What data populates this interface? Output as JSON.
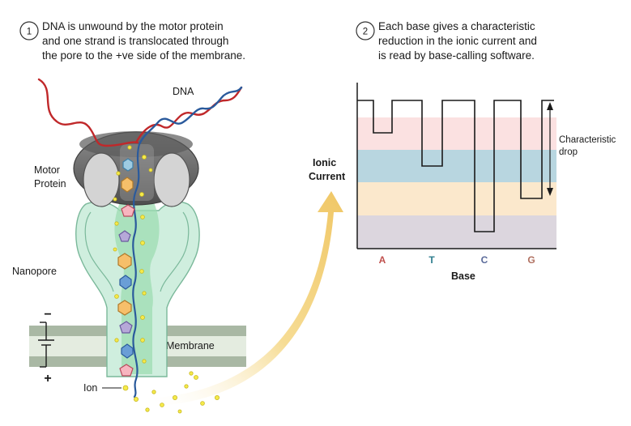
{
  "steps": [
    {
      "number": "1",
      "lines": [
        "DNA is unwound by the motor protein",
        "and one strand is translocated through",
        "the pore to the +ve side of the membrane."
      ]
    },
    {
      "number": "2",
      "lines": [
        "Each base gives a characteristic",
        "reduction in the ionic current and",
        "is read by base-calling software."
      ]
    }
  ],
  "labels": {
    "dna": "DNA",
    "motor_protein": [
      "Motor",
      "Protein"
    ],
    "nanopore": "Nanopore",
    "membrane": "Membrane",
    "ion": "Ion",
    "minus": "−",
    "plus": "+"
  },
  "plot": {
    "ylabel": [
      "Ionic",
      "Current"
    ],
    "xlabel": "Base",
    "annotation": [
      "Characteristic",
      "drop"
    ],
    "bases": [
      {
        "name": "A",
        "color": "#c0504d",
        "band": "#fbe1e1"
      },
      {
        "name": "T",
        "color": "#2f7e8e",
        "band": "#b8d6e0"
      },
      {
        "name": "C",
        "color": "#5a6a9a",
        "band": "#dcd6de"
      },
      {
        "name": "G",
        "color": "#b07060",
        "band": "#fbe8cc"
      }
    ]
  },
  "colors": {
    "strand_red": "#c0282a",
    "strand_blue": "#2a5a9c",
    "pore_fill": "#cfeede",
    "pore_stroke": "#7ab89a",
    "motor": "#6e6e6e",
    "membrane": "#a9b8a4",
    "arrow": "#f2cf7a",
    "ion": "#f5ea4a"
  }
}
